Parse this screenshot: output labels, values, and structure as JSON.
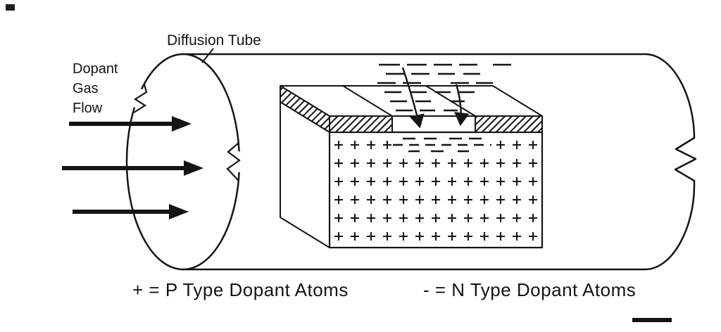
{
  "page": {
    "background": "#ffffff",
    "ink": "#141414"
  },
  "diagram": {
    "tube_label": "Diffusion Tube",
    "flow_label": {
      "line1": "Dopant",
      "line2": "Gas",
      "line3": "Flow"
    },
    "legend": {
      "p_entry": "+ = P Type Dopant Atoms",
      "n_entry": "- = N Type Dopant Atoms"
    },
    "symbols": {
      "p_type": "+",
      "n_type": "-"
    }
  }
}
